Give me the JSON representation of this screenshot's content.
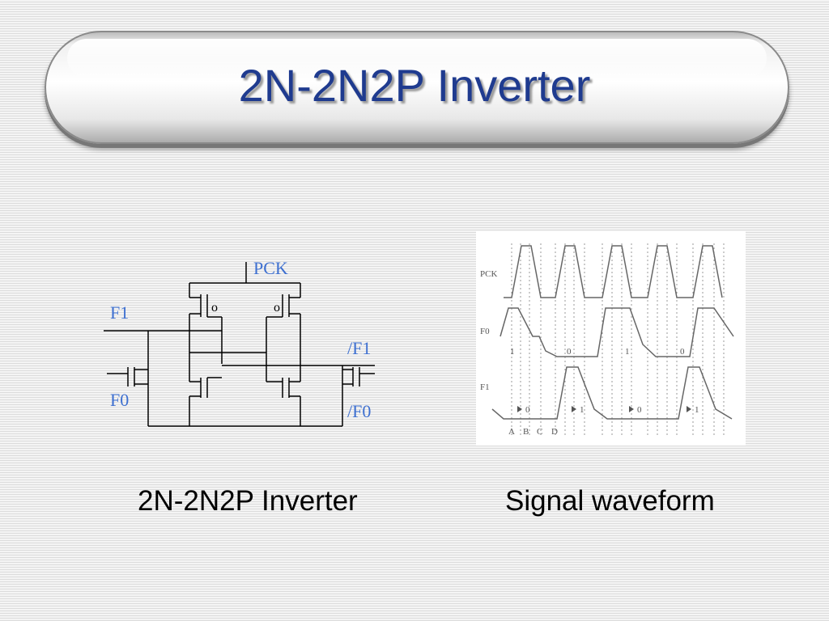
{
  "slide": {
    "title": "2N-2N2P Inverter",
    "captions": {
      "circuit": "2N-2N2P Inverter",
      "waveform": "Signal waveform"
    }
  },
  "circuit": {
    "labels": {
      "pck": "PCK",
      "f1": "F1",
      "f0": "F0",
      "nf1": "/F1",
      "nf0": "/F0"
    },
    "pmos_bubble": "o",
    "label_color": "#3d6fd0"
  },
  "waveform": {
    "signals": [
      "PCK",
      "F0",
      "F1"
    ],
    "f0_values": [
      "1",
      "0",
      "1",
      "0"
    ],
    "f1_values": [
      "0",
      "1",
      "0",
      "1"
    ],
    "phases": [
      "A",
      "B",
      "C",
      "D"
    ]
  },
  "colors": {
    "title": "#1f3b8f",
    "accent": "#3d6fd0"
  }
}
